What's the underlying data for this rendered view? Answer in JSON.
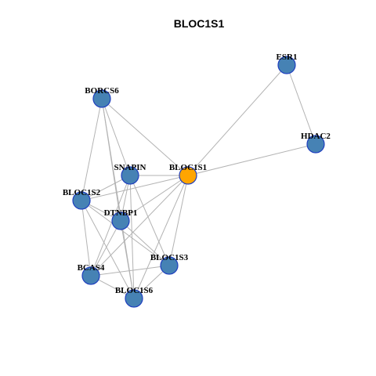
{
  "graph": {
    "title": "BLOC1S1",
    "colors": {
      "node": "#4682b4",
      "hub_node": "#ffa500",
      "node_border": "#1f3fbf",
      "edge": "#b3b3b3"
    },
    "nodes": [
      {
        "id": "ESR1",
        "label": "ESR1",
        "hub": false
      },
      {
        "id": "BORCS6",
        "label": "BORCS6",
        "hub": false
      },
      {
        "id": "HDAC2",
        "label": "HDAC2",
        "hub": false
      },
      {
        "id": "SNAPIN",
        "label": "SNAPIN",
        "hub": false
      },
      {
        "id": "BLOC1S1",
        "label": "BLOC1S1",
        "hub": true
      },
      {
        "id": "BLOC1S2",
        "label": "BLOC1S2",
        "hub": false
      },
      {
        "id": "DTNBP1",
        "label": "DTNBP1",
        "hub": false
      },
      {
        "id": "BLOC1S3",
        "label": "BLOC1S3",
        "hub": false
      },
      {
        "id": "BCAS4",
        "label": "BCAS4",
        "hub": false
      },
      {
        "id": "BLOC1S6",
        "label": "BLOC1S6",
        "hub": false
      }
    ],
    "edges": [
      [
        "ESR1",
        "BLOC1S1"
      ],
      [
        "ESR1",
        "HDAC2"
      ],
      [
        "HDAC2",
        "BLOC1S1"
      ],
      [
        "BORCS6",
        "BLOC1S1"
      ],
      [
        "BORCS6",
        "SNAPIN"
      ],
      [
        "BORCS6",
        "BLOC1S2"
      ],
      [
        "BORCS6",
        "DTNBP1"
      ],
      [
        "BORCS6",
        "BLOC1S6"
      ],
      [
        "SNAPIN",
        "BLOC1S1"
      ],
      [
        "SNAPIN",
        "BLOC1S2"
      ],
      [
        "SNAPIN",
        "DTNBP1"
      ],
      [
        "SNAPIN",
        "BLOC1S3"
      ],
      [
        "SNAPIN",
        "BCAS4"
      ],
      [
        "SNAPIN",
        "BLOC1S6"
      ],
      [
        "BLOC1S1",
        "BLOC1S2"
      ],
      [
        "BLOC1S1",
        "DTNBP1"
      ],
      [
        "BLOC1S1",
        "BLOC1S3"
      ],
      [
        "BLOC1S1",
        "BCAS4"
      ],
      [
        "BLOC1S1",
        "BLOC1S6"
      ],
      [
        "BLOC1S2",
        "DTNBP1"
      ],
      [
        "BLOC1S2",
        "BLOC1S3"
      ],
      [
        "BLOC1S2",
        "BCAS4"
      ],
      [
        "BLOC1S2",
        "BLOC1S6"
      ],
      [
        "DTNBP1",
        "BLOC1S3"
      ],
      [
        "DTNBP1",
        "BCAS4"
      ],
      [
        "DTNBP1",
        "BLOC1S6"
      ],
      [
        "BLOC1S3",
        "BCAS4"
      ],
      [
        "BLOC1S3",
        "BLOC1S6"
      ],
      [
        "BCAS4",
        "BLOC1S6"
      ]
    ]
  }
}
